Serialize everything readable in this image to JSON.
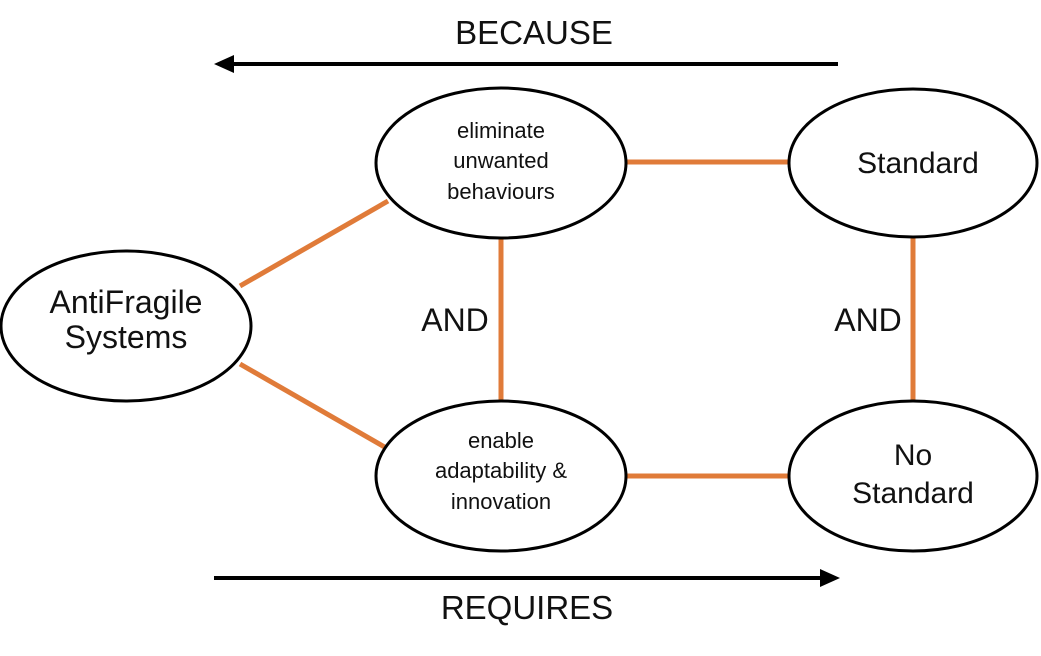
{
  "header": {
    "because_label": "BECAUSE"
  },
  "footer": {
    "requires_label": "REQUIRES"
  },
  "nodes": {
    "antifragile": {
      "line1": "AntiFragile",
      "line2": "Systems"
    },
    "eliminate": {
      "line1": "eliminate",
      "line2": "unwanted",
      "line3": "behaviours"
    },
    "enable": {
      "line1": "enable",
      "line2": "adaptability &",
      "line3": "innovation"
    },
    "standard": {
      "line1": "Standard"
    },
    "no_standard": {
      "line1": "No",
      "line2": "Standard"
    }
  },
  "connectors": {
    "and_left": "AND",
    "and_right": "AND"
  },
  "colors": {
    "connector": "#e07b39",
    "outline": "#000000",
    "arrow": "#000000"
  }
}
